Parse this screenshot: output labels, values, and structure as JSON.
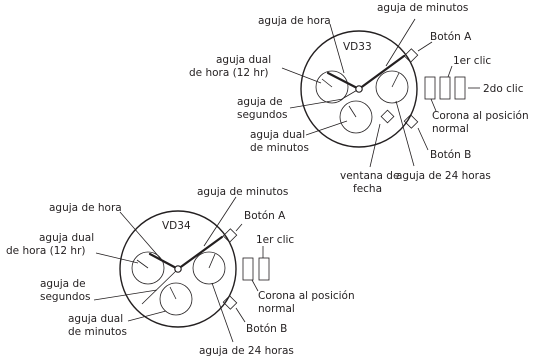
{
  "top": {
    "model": "VD33",
    "labels": {
      "hour_hand": "aguja de hora",
      "minute_hand": "aguja de minutos",
      "dual_hour_1": "aguja dual",
      "dual_hour_2": "de hora (12 hr)",
      "seconds_1": "aguja de",
      "seconds_2": "segundos",
      "dual_min_1": "aguja dual",
      "dual_min_2": "de minutos",
      "date_1": "ventana de",
      "date_2": "fecha",
      "hand_24h": "aguja de 24 horas",
      "button_a": "Botón A",
      "click_1": "1er clic",
      "click_2": "2do clic",
      "crown_1": "Corona al posición",
      "crown_2": "normal",
      "button_b": "Botón B"
    }
  },
  "bottom": {
    "model": "VD34",
    "labels": {
      "hour_hand": "aguja de hora",
      "minute_hand": "aguja de minutos",
      "dual_hour_1": "aguja dual",
      "dual_hour_2": "de hora (12 hr)",
      "seconds_1": "aguja de",
      "seconds_2": "segundos",
      "dual_min_1": "aguja dual",
      "dual_min_2": "de minutos",
      "hand_24h": "aguja de 24 horas",
      "button_a": "Botón A",
      "click_1": "1er clic",
      "crown_1": "Corona al posición",
      "crown_2": "normal",
      "button_b": "Botón B"
    }
  }
}
